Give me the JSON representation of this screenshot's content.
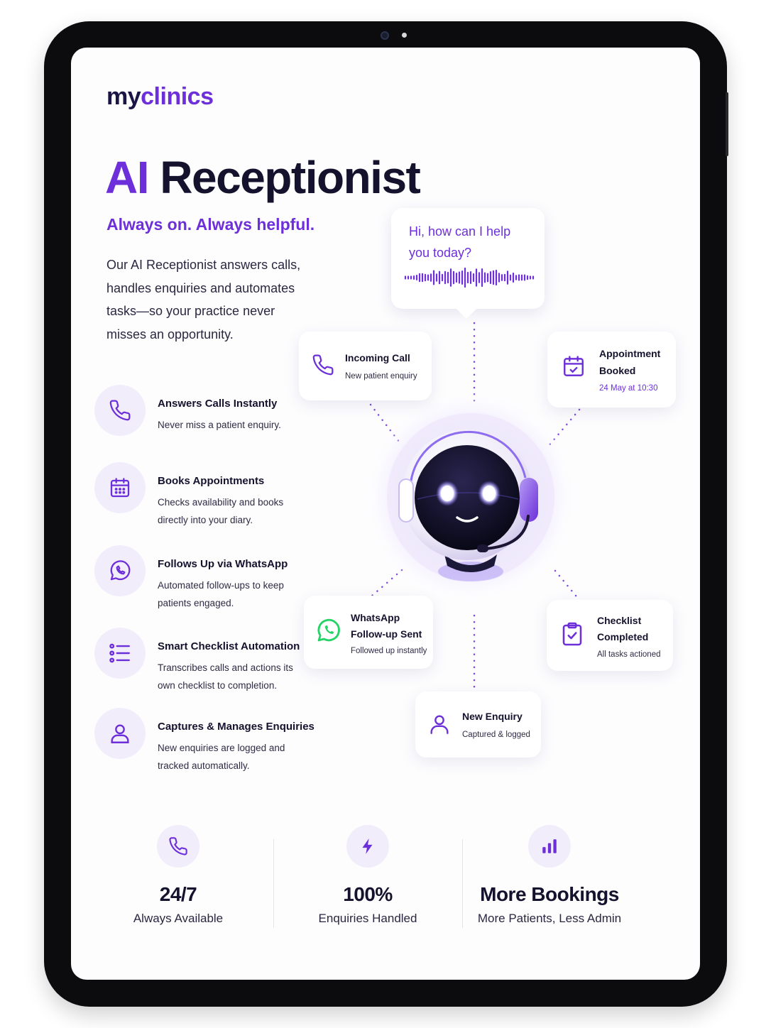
{
  "brand": {
    "part1": "my",
    "part2": "clinics"
  },
  "hero": {
    "title_accent": "AI",
    "title_rest": "Receptionist",
    "tagline": "Always on. Always helpful.",
    "description": "Our AI Receptionist answers calls, handles enquiries and automates tasks—so your practice never misses an opportunity."
  },
  "features": [
    {
      "icon": "phone-icon",
      "title": "Answers Calls Instantly",
      "desc": "Never miss a patient enquiry."
    },
    {
      "icon": "calendar-icon",
      "title": "Books Appointments",
      "desc": "Checks availability and books directly into your diary."
    },
    {
      "icon": "whatsapp-icon",
      "title": "Follows Up via WhatsApp",
      "desc": "Automated follow-ups to keep patients engaged."
    },
    {
      "icon": "checklist-icon",
      "title": "Smart Checklist Automation",
      "desc": "Transcribes calls and actions its own checklist to completion."
    },
    {
      "icon": "user-icon",
      "title": "Captures & Manages Enquiries",
      "desc": "New enquiries are logged and tracked automatically."
    }
  ],
  "speech_bubble": {
    "text": "Hi, how can I help you today?"
  },
  "cards": {
    "incoming_call": {
      "title": "Incoming Call",
      "sub": "New patient enquiry"
    },
    "appointment": {
      "title_line1": "Appointment",
      "title_line2": "Booked",
      "sub": "24 May at 10:30"
    },
    "whatsapp": {
      "title_line1": "WhatsApp",
      "title_line2": "Follow-up Sent",
      "sub": "Followed up instantly"
    },
    "checklist": {
      "title_line1": "Checklist",
      "title_line2": "Completed",
      "sub": "All tasks actioned"
    },
    "enquiry": {
      "title": "New Enquiry",
      "sub": "Captured & logged"
    }
  },
  "stats": [
    {
      "icon": "phone-icon",
      "value": "24/7",
      "label": "Always Available"
    },
    {
      "icon": "lightning-icon",
      "value": "100%",
      "label": "Enquiries Handled"
    },
    {
      "icon": "bar-chart-icon",
      "value": "More Bookings",
      "label": "More Patients, Less Admin"
    }
  ],
  "colors": {
    "accent": "#6d2fd9",
    "dark": "#15122e",
    "icon_bg": "#f1edfb",
    "whatsapp": "#25d366"
  }
}
